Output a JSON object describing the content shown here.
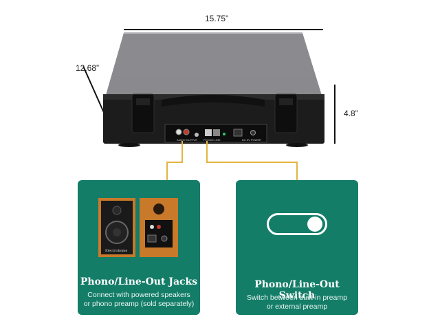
{
  "dimensions": {
    "width": "15.75”",
    "depth": "12.68”",
    "height": "4.8”"
  },
  "product": {
    "panel_labels": {
      "audio_output": "AUDIO OUTPUT",
      "phono_line": "PHONO LINE",
      "power_in": "DC 5V POWER"
    },
    "speaker_brand": "Electrohome"
  },
  "cards": [
    {
      "title": "Phono/Line-Out Jacks",
      "description_line1": "Connect with powered speakers",
      "description_line2": "or phono preamp (sold separately)"
    },
    {
      "title": "Phono/Line-Out Switch",
      "description_line1": "Switch between built-in preamp",
      "description_line2": "or external preamp"
    }
  ],
  "colors": {
    "card": "#147d68",
    "connector": "#e3b43f",
    "turntable_body": "#1c1c1c"
  }
}
